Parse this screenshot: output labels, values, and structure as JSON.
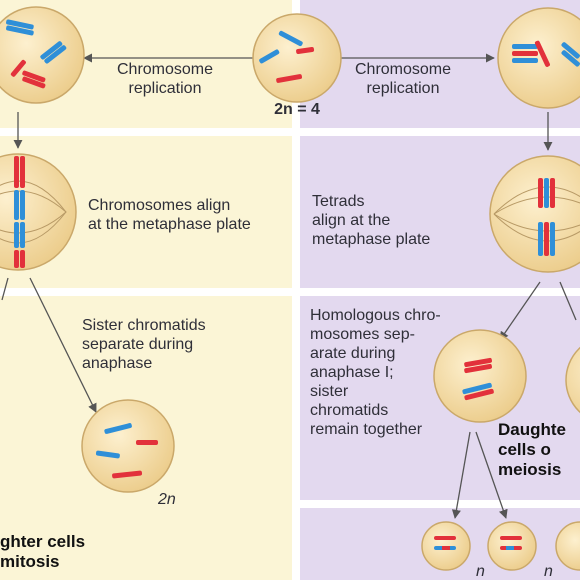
{
  "colors": {
    "mitosis_bg": "#fbf5d6",
    "meiosis_bg": "#e3d9ef",
    "cell_fill": "#f6dca7",
    "cell_stroke": "#caa86a",
    "chromosome_red": "#e2313b",
    "chromosome_blue": "#2f8fd8",
    "arrow": "#555555"
  },
  "labels": {
    "chromosome_replication_left": "Chromosome\nreplication",
    "chromosome_replication_right": "Chromosome\nreplication",
    "parent_ploidy": "2n = 4",
    "mitosis_metaphase": "Chromosomes align\nat the metaphase plate",
    "meiosis_metaphase": "Tetrads\nalign at the\nmetaphase plate",
    "mitosis_anaphase": "Sister chromatids\nseparate during\nanaphase",
    "meiosis_anaphase": "Homologous chro-\nmosomes sep-\narate during\nanaphase I;\nsister\nchromatids\nremain together",
    "mitosis_daughter_ploidy": "2n",
    "mitosis_daughter_cells": "ghter cells\nmitosis",
    "meiosis_daughter_cells": "Daughte\ncells o\nmeiosis",
    "meiosis_n_1": "n",
    "meiosis_n_2": "n"
  }
}
